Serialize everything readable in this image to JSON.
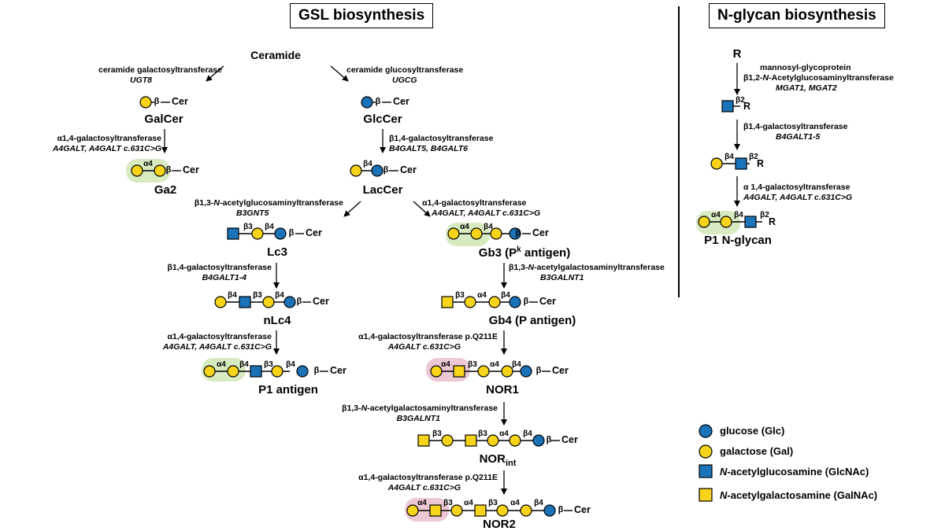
{
  "titles": {
    "gsl": "GSL biosynthesis",
    "nglycan": "N-glycan biosynthesis"
  },
  "colors": {
    "glucose": "#1a73b8",
    "galactose": "#f7d31a",
    "glcnac": "#1a73b8",
    "galnac": "#f7d31a",
    "green_highlight": "#d8eac0",
    "pink_highlight": "#ecc7d4"
  },
  "gsl": {
    "ceramide": "Ceramide",
    "enz_galcer": {
      "name": "ceramide galactosyltransferase",
      "gene": "UGT8"
    },
    "enz_glccer": {
      "name": "ceramide glucosyltransferase",
      "gene": "UGCG"
    },
    "galcer": {
      "name": "GalCer",
      "beta": "β",
      "cer": "Cer"
    },
    "glccer": {
      "name": "GlcCer",
      "beta": "β",
      "cer": "Cer"
    },
    "enz_ga2": {
      "name": "α1,4-galactosyltransferase",
      "gene": "A4GALT, A4GALT c.631C>G"
    },
    "enz_lac": {
      "name": "β1,4-galactosyltransferase",
      "gene": "B4GALT5, B4GALT6"
    },
    "ga2": {
      "name": "Ga2",
      "l1": "α4",
      "beta": "β",
      "cer": "Cer"
    },
    "laccer": {
      "name": "LacCer",
      "l1": "β4",
      "beta": "β",
      "cer": "Cer"
    },
    "enz_lc3": {
      "name_pre": "β1,3-",
      "name_it": "N",
      "name_post": "-acetylglucosaminyltransferase",
      "gene": "B3GNT5"
    },
    "enz_gb3": {
      "name": "α1,4-galactosyltransferase",
      "gene": "A4GALT, A4GALT c.631C>G"
    },
    "lc3": {
      "name": "Lc3",
      "l1": "β3",
      "l2": "β4",
      "beta": "β",
      "cer": "Cer"
    },
    "gb3": {
      "name_pre": "Gb3 (P",
      "name_sup": "k",
      "name_post": " antigen)",
      "l1": "α4",
      "l2": "β4",
      "beta": "β",
      "cer": "Cer"
    },
    "enz_nlc4": {
      "name": "β1,4-galactosyltransferase",
      "gene": "B4GALT1-4"
    },
    "enz_gb4": {
      "name_pre": "β1,3-",
      "name_it": "N",
      "name_post": "-acetylgalactosaminyltransferase",
      "gene": "B3GALNT1"
    },
    "nlc4": {
      "name": "nLc4",
      "l1": "β4",
      "l2": "β3",
      "l3": "β4",
      "beta": "β",
      "cer": "Cer"
    },
    "gb4": {
      "name": "Gb4 (P antigen)",
      "l1": "β3",
      "l2": "α4",
      "l3": "β4",
      "beta": "β",
      "cer": "Cer"
    },
    "enz_p1": {
      "name": "α1,4-galactosyltransferase",
      "gene": "A4GALT, A4GALT c.631C>G"
    },
    "enz_nor1": {
      "name": "α1,4-galactosyltransferase p.Q211E",
      "gene": "A4GALT c.631C>G"
    },
    "p1": {
      "name": "P1 antigen",
      "l1": "α4",
      "l2": "β4",
      "l3": "β3",
      "l4": "β4",
      "beta": "β",
      "cer": "Cer"
    },
    "nor1": {
      "name": "NOR1",
      "l1": "α4",
      "l2": "β3",
      "l3": "α4",
      "l4": "β4",
      "beta": "β",
      "cer": "Cer"
    },
    "enz_norint": {
      "name_pre": "β1,3-",
      "name_it": "N",
      "name_post": "-acetylgalactosaminyltransferase",
      "gene": "B3GALNT1"
    },
    "norint": {
      "name": "NOR",
      "name_sub": "int",
      "l1": "β3",
      "l2": "β3",
      "l3": "α4",
      "l4": "β4",
      "beta": "β",
      "cer": "Cer"
    },
    "enz_nor2": {
      "name": "α1,4-galactosyltransferase p.Q211E",
      "gene": "A4GALT c.631C>G"
    },
    "nor2": {
      "name": "NOR2",
      "l1": "α4",
      "l2": "β3",
      "l3": "α4",
      "l4": "β3",
      "l5": "α4",
      "l6": "β4",
      "beta": "β",
      "cer": "Cer"
    }
  },
  "nglycan": {
    "r": "R",
    "enz1": {
      "name1": "mannosyl-glycoprotein",
      "name2_pre": "β1,2-",
      "name2_it": "N",
      "name2_post": "-Acetylglucosaminyltransferase",
      "gene": "MGAT1, MGAT2"
    },
    "s1": {
      "l1": "β2",
      "r": "R"
    },
    "enz2": {
      "name": "β1,4-galactosyltransferase",
      "gene": "B4GALT1-5"
    },
    "s2": {
      "l1": "β4",
      "l2": "β2",
      "r": "R"
    },
    "enz3": {
      "name": "α 1,4-galactosyltransferase",
      "gene": "A4GALT, A4GALT c.631C>G"
    },
    "s3": {
      "l1": "α4",
      "l2": "β4",
      "l3": "β2",
      "r": "R"
    },
    "name": "P1 N-glycan"
  },
  "legend": [
    {
      "shape": "circle",
      "color": "#1a73b8",
      "label": "glucose (Glc)"
    },
    {
      "shape": "circle",
      "color": "#f7d31a",
      "label": "galactose (Gal)"
    },
    {
      "shape": "square",
      "color": "#1a73b8",
      "label_it": "N",
      "label": "-acetylglucosamine (GlcNAc)"
    },
    {
      "shape": "square",
      "color": "#f7d31a",
      "label_it": "N",
      "label": "-acetylgalactosamine (GalNAc)"
    }
  ]
}
